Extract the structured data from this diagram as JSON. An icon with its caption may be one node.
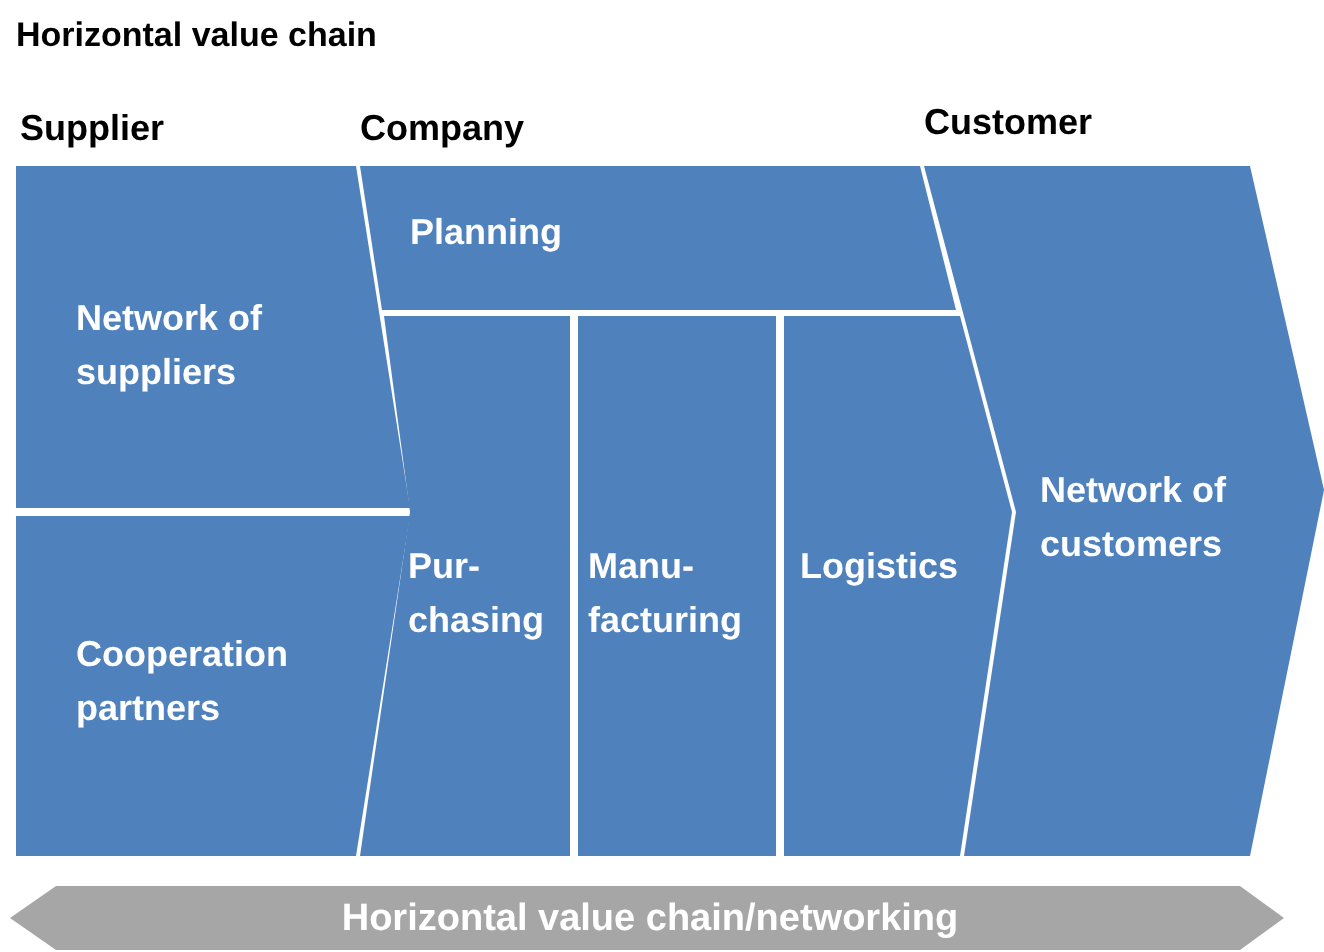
{
  "diagram": {
    "title": "Horizontal value chain",
    "nodes": [
      {
        "text": [
          "Network of suppliers"
        ]
      },
      {
        "text": [
          "Cooperation partners"
        ]
      },
      {
        "text": [
          "Planning"
        ]
      },
      {
        "text": [
          "Pur- chasing"
        ]
      },
      {
        "text": [
          "Manu- facturing"
        ]
      },
      {
        "text": [
          "Logistics"
        ]
      },
      {
        "text": [
          "Network of customers"
        ]
      },
      {
        "text": [
          "Horizontal value chain/networking"
        ]
      }
    ],
    "labels": [
      "Supplier",
      "Company",
      "Customer"
    ]
  }
}
